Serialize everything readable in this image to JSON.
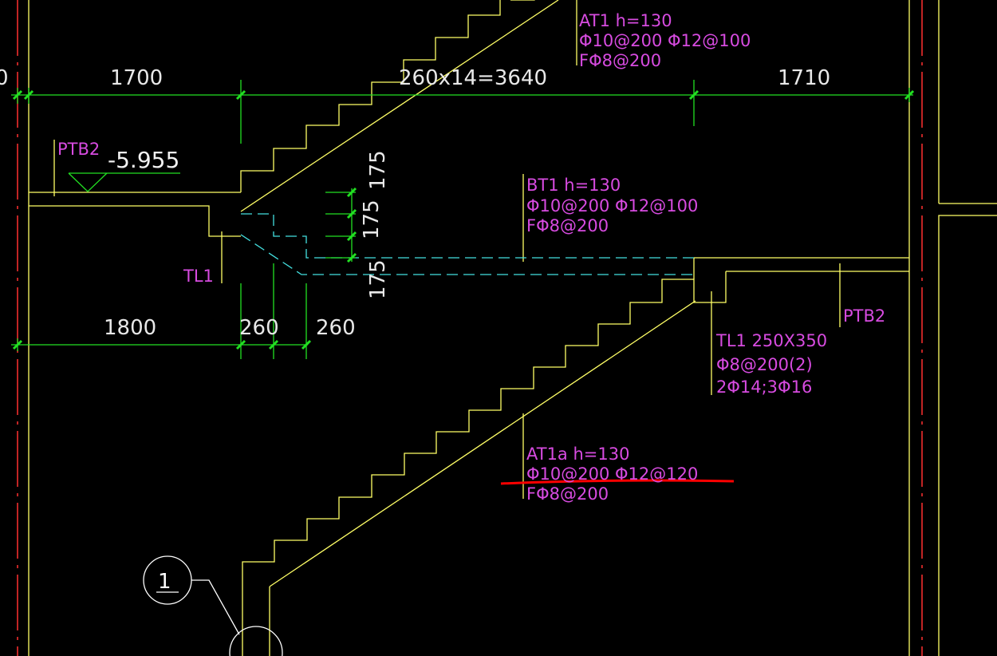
{
  "colors": {
    "background": "#000000",
    "outline": "#ffff66",
    "dimension": "#22e022",
    "hidden": "#44e0e0",
    "annotation": "#d74be0",
    "dim_text": "#e8e8e8",
    "wall_axis": "#ff3030",
    "markup": "#ff0000"
  },
  "dimensions": {
    "top_left": "1700",
    "top_middle": "260x14=3640",
    "top_right": "1710",
    "top_edge": "0",
    "bottom_left": "1800",
    "bottom_mid": "260",
    "bottom_right": "260",
    "riser_1": "175",
    "riser_2": "175",
    "riser_3": "175"
  },
  "elevation": {
    "label": "PTB2",
    "value": "-5.955"
  },
  "flights": {
    "at1": {
      "title": "AT1 h=130",
      "bars": "Φ10@200 Φ12@100",
      "dist": "FΦ8@200"
    },
    "bt1": {
      "title": "BT1 h=130",
      "bars": "Φ10@200 Φ12@100",
      "dist": "FΦ8@200"
    },
    "at1a": {
      "title": "AT1a h=130",
      "bars": "Φ10@200 Φ12@120",
      "dist": "FΦ8@200"
    }
  },
  "beams": {
    "tl1_left": "TL1",
    "tl1_right": {
      "title": "TL1 250X350",
      "stirrups": "Φ8@200(2)",
      "bars": "2Φ14;3Φ16"
    }
  },
  "platform_right": "PTB2",
  "section_mark": "1"
}
